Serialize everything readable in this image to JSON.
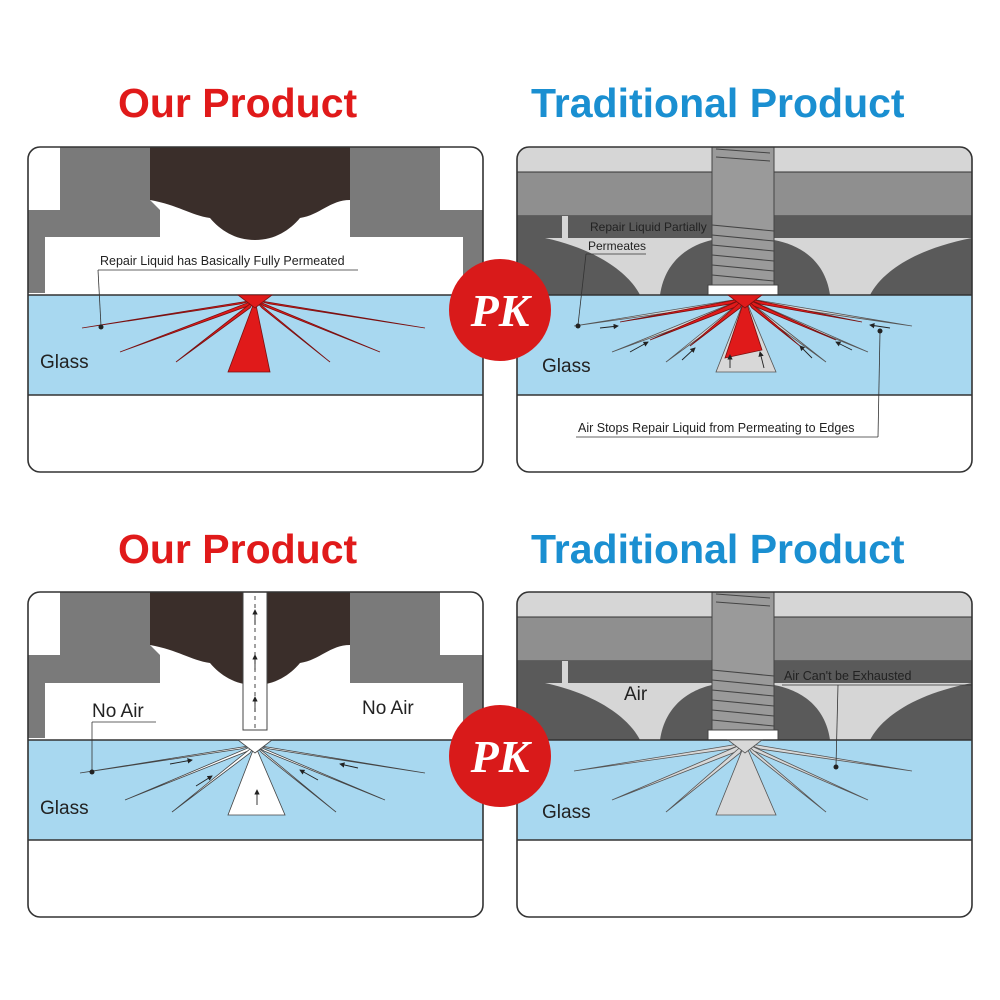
{
  "top_row": {
    "left_heading": "Our Product",
    "right_heading": "Traditional Product",
    "left_panel": {
      "annotation": "Repair Liquid has Basically Fully Permeated",
      "glass_label": "Glass"
    },
    "right_panel": {
      "annotation_line1": "Repair Liquid Partially",
      "annotation_line2": "Permeates",
      "bottom_annotation": "Air Stops Repair Liquid from Permeating to Edges",
      "glass_label": "Glass"
    },
    "badge": "PK"
  },
  "bottom_row": {
    "left_heading": "Our Product",
    "right_heading": "Traditional Product",
    "left_panel": {
      "no_air_left": "No Air",
      "no_air_right": "No Air",
      "glass_label": "Glass"
    },
    "right_panel": {
      "air_label": "Air",
      "annotation": "Air Can't be Exhausted",
      "glass_label": "Glass"
    },
    "badge": "PK"
  },
  "colors": {
    "ours_heading": "#e01a1a",
    "traditional_heading": "#1a8fd1",
    "glass": "#a8d8f0",
    "repair_liquid": "#e01a1a",
    "air_crack": "#c8c8c8",
    "badge": "#d91a1a",
    "tool_dark": "#3a2e2a",
    "tool_gray": "#777777"
  }
}
